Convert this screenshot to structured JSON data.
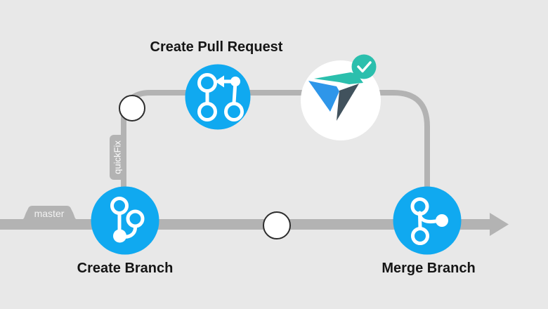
{
  "diagram": {
    "type": "git-workflow",
    "background_color": "#e8e8e8",
    "line_color": "#b3b3b3",
    "node_color": "#10a9f0",
    "commit_dot_color": "#ffffff",
    "check_badge_color": "#2bbfad",
    "logo_colors": {
      "teal": "#2bbfad",
      "blue": "#2e96e9",
      "dark": "#41525d"
    },
    "master_branch": {
      "tag": "master"
    },
    "feature_branch": {
      "tag": "quickFix"
    },
    "nodes": [
      {
        "id": "create-branch",
        "label": "Create Branch",
        "icon": "git-branch-icon"
      },
      {
        "id": "create-pull-request",
        "label": "Create Pull Request",
        "icon": "git-pull-request-icon"
      },
      {
        "id": "ci-status",
        "label": "",
        "icon": "triangle-paper-plane-logo",
        "badge_icon": "check-icon"
      },
      {
        "id": "merge-branch",
        "label": "Merge Branch",
        "icon": "git-merge-icon"
      }
    ]
  }
}
